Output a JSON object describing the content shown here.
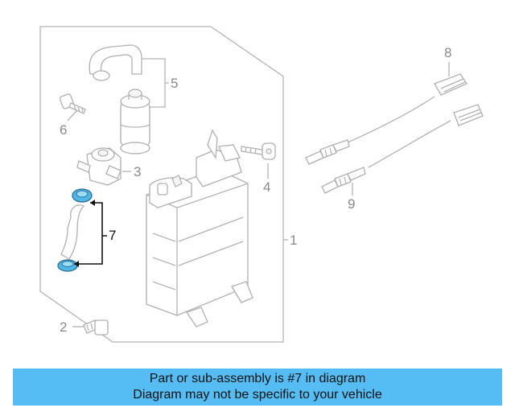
{
  "diagram": {
    "callouts": [
      {
        "label": "1"
      },
      {
        "label": "2"
      },
      {
        "label": "3"
      },
      {
        "label": "4"
      },
      {
        "label": "5"
      },
      {
        "label": "6"
      },
      {
        "label": "7"
      },
      {
        "label": "8"
      },
      {
        "label": "9"
      }
    ],
    "highlighted_part": "7",
    "colors": {
      "highlight": "#4fb8e8",
      "outline": "#b0b0b0",
      "banner": "#55bdf4"
    }
  },
  "banner": {
    "line1": "Part or sub-assembly is #7 in diagram",
    "line2": "Diagram may not be specific to your vehicle"
  }
}
